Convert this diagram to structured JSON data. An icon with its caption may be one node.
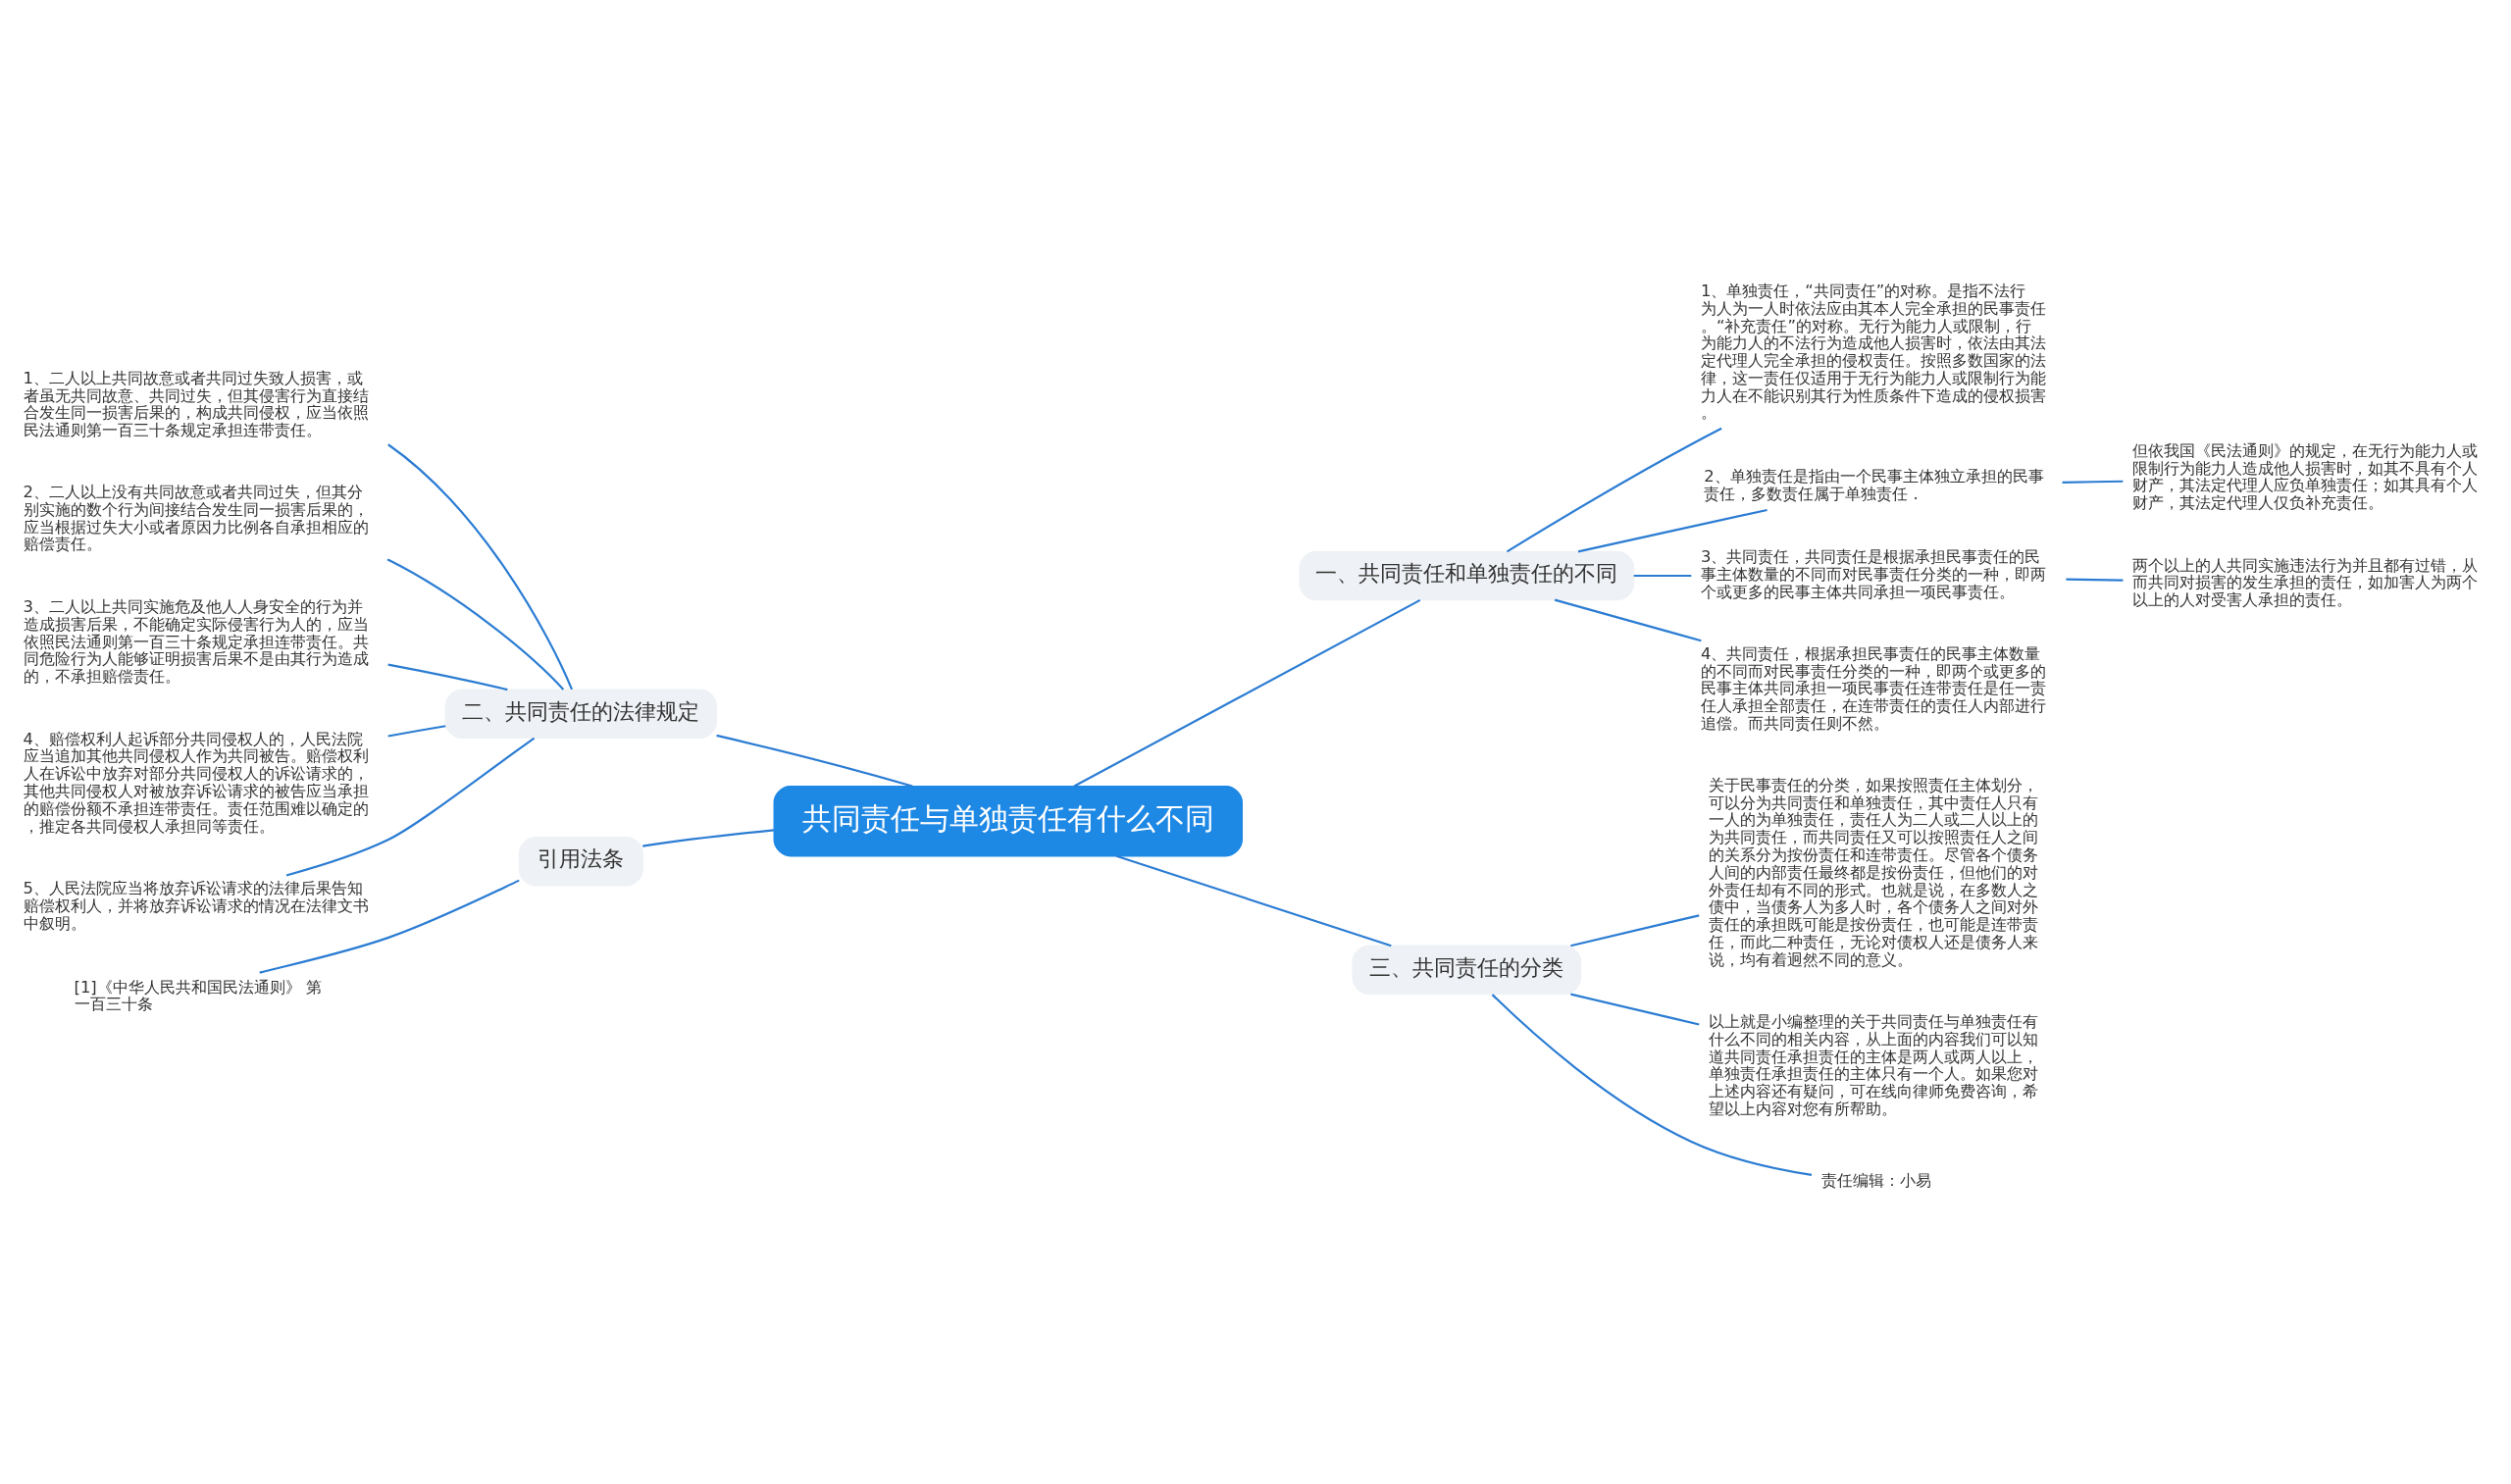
{
  "diagram": {
    "nodes": [
      {
        "text": [
          "共同责任与单独责任有什么不同"
        ]
      },
      {
        "text": [
          "一、共同责任和单独责任的不同"
        ]
      },
      {
        "text": [
          "1、单独责任，“共同责任”的对称。是指不法行为人为一人时依法应由其本人完全承担的民事责任。“补充责任”的对称。无行为能力人或限制，行为能力人的不法行为造成他人损害时，依法由其法定代理人完全承担的侵权责任。按照多数国家的法律，这一责任仅适用于无行为能力人或限制行为能力人在不能识别其行为性质条件下造成的侵权损害。"
        ]
      },
      {
        "text": [
          "2、单独责任是指由一个民事主体独立承担的民事责任，多数责任属于单独责任 ."
        ]
      },
      {
        "text": [
          "但依我国《民法通则》的规定，在无行为能力人或限制行为能力人造成他人损害时，如其不具有个人财产，其法定代理人应负单独责任；如其具有个人财产，其法定代理人仅负补充责任。"
        ]
      },
      {
        "text": [
          "3、共同责任，共同责任是根据承担民事责任的民事主体数量的不同而对民事责任分类的一种，即两个或更多的民事主体共同承担一项民事责任。"
        ]
      },
      {
        "text": [
          "两个以上的人共同实施违法行为并且都有过错，从而共同对损害的发生承担的责任，如加害人为两个以上的人对受害人承担的责任。"
        ]
      },
      {
        "text": [
          "4、共同责任，根据承担民事责任的民事主体数量的不同而对民事责任分类的一种，即两个或更多的民事主体共同承担一项民事责任连带责任是任一责任人承担全部责任，在连带责任的责任人内部进行追偿。而共同责任则不然。"
        ]
      },
      {
        "text": [
          "二、共同责任的法律规定"
        ]
      },
      {
        "text": [
          "1、二人以上共同故意或者共同过失致人损害，或者虽无共同故意、共同过失，但其侵害行为直接结合发生同一损害后果的，构成共同侵权，应当依照民法通则第一百三十条规定承担连带责任。"
        ]
      },
      {
        "text": [
          "2、二人以上没有共同故意或者共同过失，但其分别实施的数个行为间接结合发生同一损害后果的，应当根据过失大小或者原因力比例各自承担相应的赔偿责任。"
        ]
      },
      {
        "text": [
          "3、二人以上共同实施危及他人人身安全的行为并造成损害后果，不能确定实际侵害行为人的，应当依照民法通则第一百三十条规定承担连带责任。共同危险行为人能够证明损害后果不是由其行为造成的，不承担赔偿责任。"
        ]
      },
      {
        "text": [
          "4、赔偿权利人起诉部分共同侵权人的，人民法院应当追加其他共同侵权人作为共同被告。赔偿权利人在诉讼中放弃对部分共同侵权人的诉讼请求的，其他共同侵权人对被放弃诉讼请求的被告应当承担的赔偿份额不承担连带责任。责任范围难以确定的，推定各共同侵权人承担同等责任。"
        ]
      },
      {
        "text": [
          "5、人民法院应当将放弃诉讼请求的法律后果告知赔偿权利人，并将放弃诉讼请求的情况在法律文书中叙明。"
        ]
      },
      {
        "text": [
          "引用法条"
        ]
      },
      {
        "text": [
          "[1]《中华人民共和国民法通则》 第一百三十条"
        ]
      },
      {
        "text": [
          "三、共同责任的分类"
        ]
      },
      {
        "text": [
          "关于民事责任的分类，如果按照责任主体划分，可以分为共同责任和单独责任，其中责任人只有一人的为单独责任，责任人为二人或二人以上的为共同责任，而共同责任又可以按照责任人之间的关系分为按份责任和连带责任。尽管各个债务人间的内部责任最终都是按份责任，但他们的对外责任却有不同的形式。也就是说，在多数人之债中，当债务人为多人时，各个债务人之间对外责任的承担既可能是按份责任，也可能是连带责任，而此二种责任，无论对债权人还是债务人来说，均有着迥然不同的意义。"
        ]
      },
      {
        "text": [
          "以上就是小编整理的关于共同责任与单独责任有什么不同的相关内容，从上面的内容我们可以知道共同责任承担责任的主体是两人或两人以上，单独责任承担责任的主体只有一个人。如果您对上述内容还有疑问，可在线向律师免费咨询，希望以上内容对您有所帮助。"
        ]
      },
      {
        "text": [
          "责任编辑：小易"
        ]
      }
    ],
    "edges": [
      {
        "from": 0,
        "to": 1,
        "arrow": "none"
      },
      {
        "from": 1,
        "to": 2,
        "arrow": "none"
      },
      {
        "from": 1,
        "to": 3,
        "arrow": "none"
      },
      {
        "from": 3,
        "to": 4,
        "arrow": "none"
      },
      {
        "from": 1,
        "to": 5,
        "arrow": "none"
      },
      {
        "from": 5,
        "to": 6,
        "arrow": "none"
      },
      {
        "from": 1,
        "to": 7,
        "arrow": "none"
      },
      {
        "from": 0,
        "to": 8,
        "arrow": "none"
      },
      {
        "from": 8,
        "to": 9,
        "arrow": "none"
      },
      {
        "from": 8,
        "to": 10,
        "arrow": "none"
      },
      {
        "from": 8,
        "to": 11,
        "arrow": "none"
      },
      {
        "from": 8,
        "to": 12,
        "arrow": "none"
      },
      {
        "from": 8,
        "to": 13,
        "arrow": "none"
      },
      {
        "from": 0,
        "to": 14,
        "arrow": "none"
      },
      {
        "from": 14,
        "to": 15,
        "arrow": "none"
      },
      {
        "from": 0,
        "to": 16,
        "arrow": "none"
      },
      {
        "from": 16,
        "to": 17,
        "arrow": "none"
      },
      {
        "from": 16,
        "to": 18,
        "arrow": "none"
      },
      {
        "from": 16,
        "to": 19,
        "arrow": "none"
      }
    ]
  }
}
